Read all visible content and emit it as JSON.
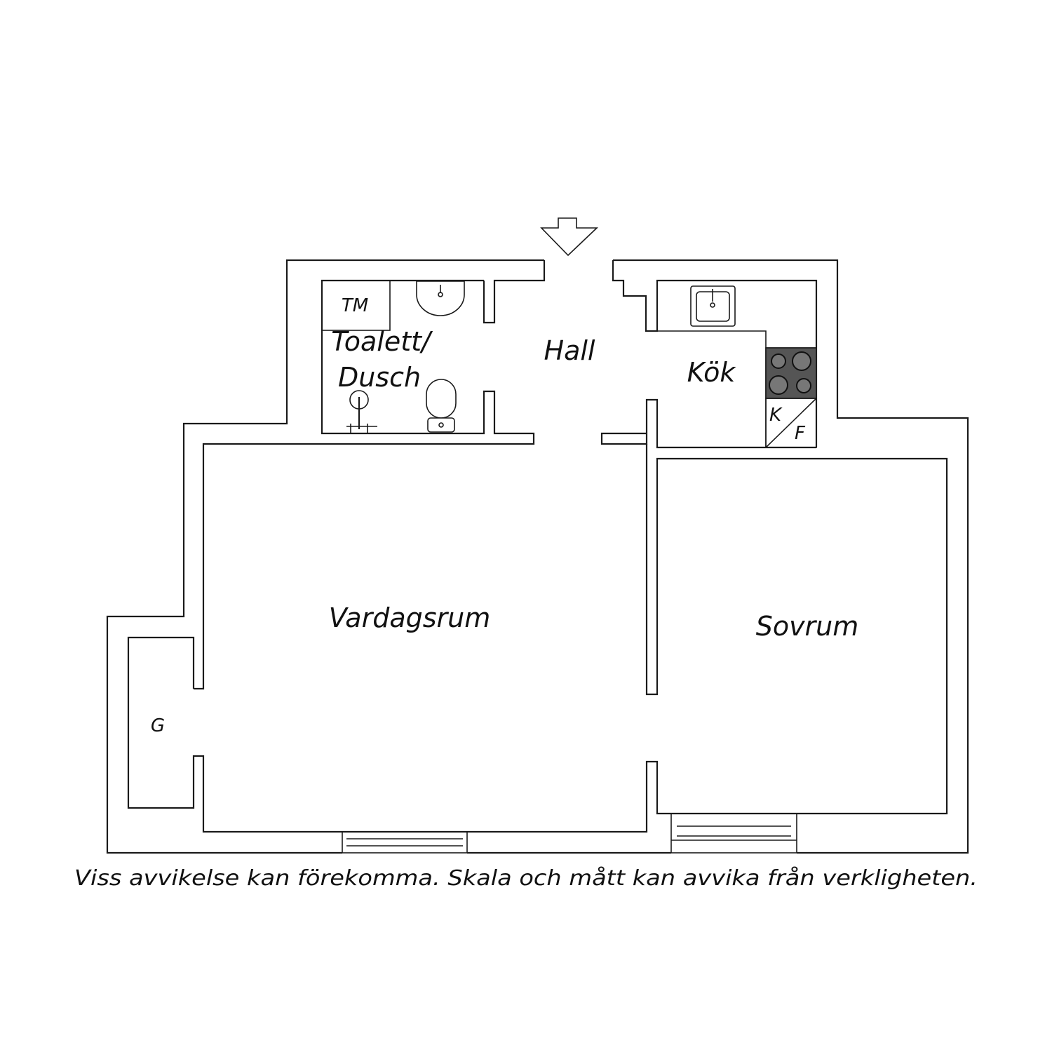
{
  "floorplan": {
    "rooms": {
      "toilet_line1": "Toalett/",
      "toilet_line2": "Dusch",
      "hall": "Hall",
      "kitchen": "Kök",
      "living_room": "Vardagsrum",
      "bedroom": "Sovrum"
    },
    "fixtures": {
      "washer": "TM",
      "fridge_k": "K",
      "freezer_f": "F",
      "wardrobe": "G"
    },
    "disclaimer": "Viss avvikelse kan förekomma. Skala och mått kan avvika från verkligheten.",
    "colors": {
      "wall": "#1a1a1a",
      "stove": "#555555",
      "background": "#ffffff"
    }
  }
}
